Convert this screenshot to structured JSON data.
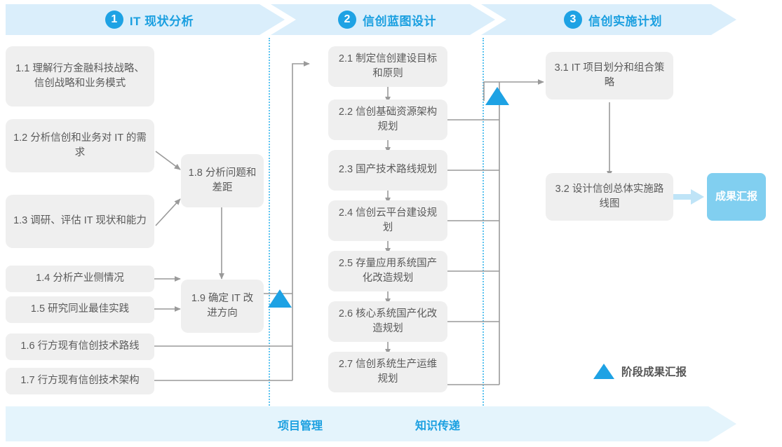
{
  "phases": [
    {
      "num": "1",
      "title": "IT 现状分析"
    },
    {
      "num": "2",
      "title": "信创蓝图设计"
    },
    {
      "num": "3",
      "title": "信创实施计划"
    }
  ],
  "phase1_tasks": [
    {
      "id": "1.1",
      "text": "1.1 理解行方金融科技战略、信创战略和业务模式"
    },
    {
      "id": "1.2",
      "text": "1.2 分析信创和业务对 IT 的需求"
    },
    {
      "id": "1.3",
      "text": "1.3 调研、评估 IT 现状和能力"
    },
    {
      "id": "1.4",
      "text": "1.4 分析产业侧情况"
    },
    {
      "id": "1.5",
      "text": "1.5 研究同业最佳实践"
    },
    {
      "id": "1.6",
      "text": "1.6 行方现有信创技术路线"
    },
    {
      "id": "1.7",
      "text": "1.7 行方现有信创技术架构"
    },
    {
      "id": "1.8",
      "text": "1.8 分析问题和差距"
    },
    {
      "id": "1.9",
      "text": "1.9 确定 IT 改进方向"
    }
  ],
  "phase2_tasks": [
    {
      "id": "2.1",
      "text": "2.1 制定信创建设目标和原则"
    },
    {
      "id": "2.2",
      "text": "2.2 信创基础资源架构规划"
    },
    {
      "id": "2.3",
      "text": "2.3 国产技术路线规划"
    },
    {
      "id": "2.4",
      "text": "2.4 信创云平台建设规划"
    },
    {
      "id": "2.5",
      "text": "2.5 存量应用系统国产化改造规划"
    },
    {
      "id": "2.6",
      "text": "2.6 核心系统国产化改造规划"
    },
    {
      "id": "2.7",
      "text": "2.7 信创系统生产运维规划"
    }
  ],
  "phase3_tasks": [
    {
      "id": "3.1",
      "text": "3.1 IT 项目划分和组合策略"
    },
    {
      "id": "3.2",
      "text": "3.2 设计信创总体实施路线图"
    }
  ],
  "deliverable": {
    "label": "成果汇报"
  },
  "legend": {
    "label": "阶段成果汇报",
    "marker": "triangle-marker"
  },
  "footer": {
    "labels": [
      "项目管理",
      "知识传递"
    ]
  },
  "colors": {
    "accent": "#1ea2e4",
    "phase_band": "#daeefb",
    "footer_band": "#e4f4fc",
    "box_fill": "#efefef",
    "box_text": "#5a5a5a",
    "deliverable_fill": "#81cff0",
    "connector": "#9a9a9a",
    "dotted_divider": "#5cc3ef"
  }
}
